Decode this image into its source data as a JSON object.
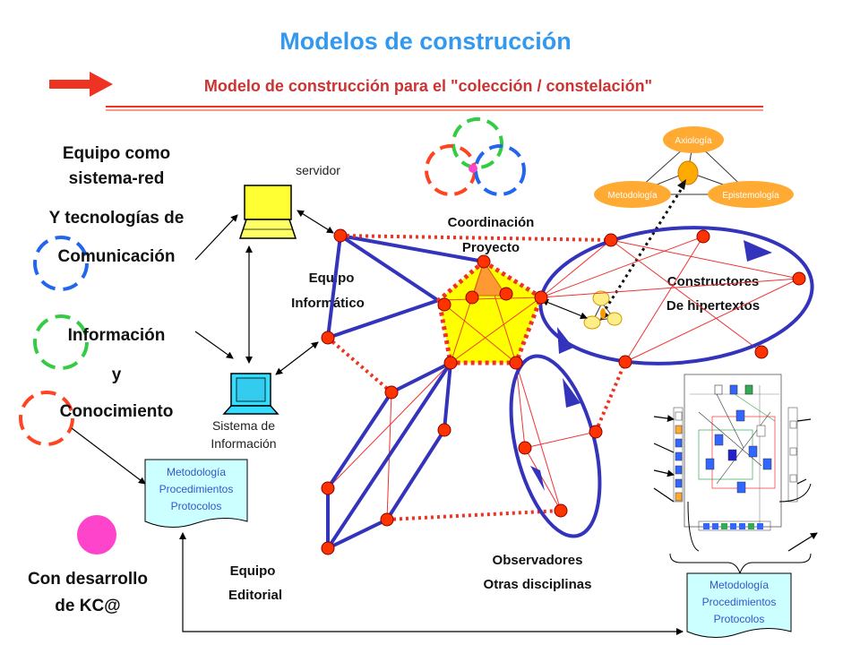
{
  "title": "Modelos de construcción",
  "subtitle": "Modelo de construcción para el \"colección / constelación\"",
  "left_labels": {
    "equipo_red_line1": "Equipo como",
    "equipo_red_line2": "sistema-red",
    "tecnologias": "Y tecnologías de",
    "comunicacion": "Comunicación",
    "informacion": "Información",
    "y": "y",
    "conocimiento": "Conocimiento",
    "desarrollo_line1": "Con desarrollo",
    "desarrollo_line2": "de KC@"
  },
  "computer_labels": {
    "servidor": "servidor",
    "sistema_line1": "Sistema de",
    "sistema_line2": "Información"
  },
  "team_labels": {
    "coordinacion_line1": "Coordinación",
    "coordinacion_line2": "Proyecto",
    "informatico_line1": "Equipo",
    "informatico_line2": "Informático",
    "constructores_line1": "Constructores",
    "constructores_line2": "De hipertextos",
    "editorial_line1": "Equipo",
    "editorial_line2": "Editorial",
    "observadores_line1": "Observadores",
    "observadores_line2": "Otras disciplinas"
  },
  "epistemic": {
    "axiologia": "Axiología",
    "metodologia": "Metodología",
    "epistemologia": "Epistemología"
  },
  "doc_left": {
    "line1": "Metodología",
    "line2": "Procedimientos",
    "line3": "Protocolos"
  },
  "doc_right": {
    "line1": "Metodología",
    "line2": "Procedimientos",
    "line3": "Protocolos"
  },
  "colors": {
    "title": "#3399ee",
    "subtitle": "#cc3333",
    "network_line": "#3333bb",
    "node": "#ff3300",
    "pentagon": "#ffff00",
    "epistemic": "#ffaa33",
    "magenta": "#ff44cc",
    "blue_ring": "#2266ee",
    "green_ring": "#33cc44",
    "red_ring": "#ff4422"
  }
}
